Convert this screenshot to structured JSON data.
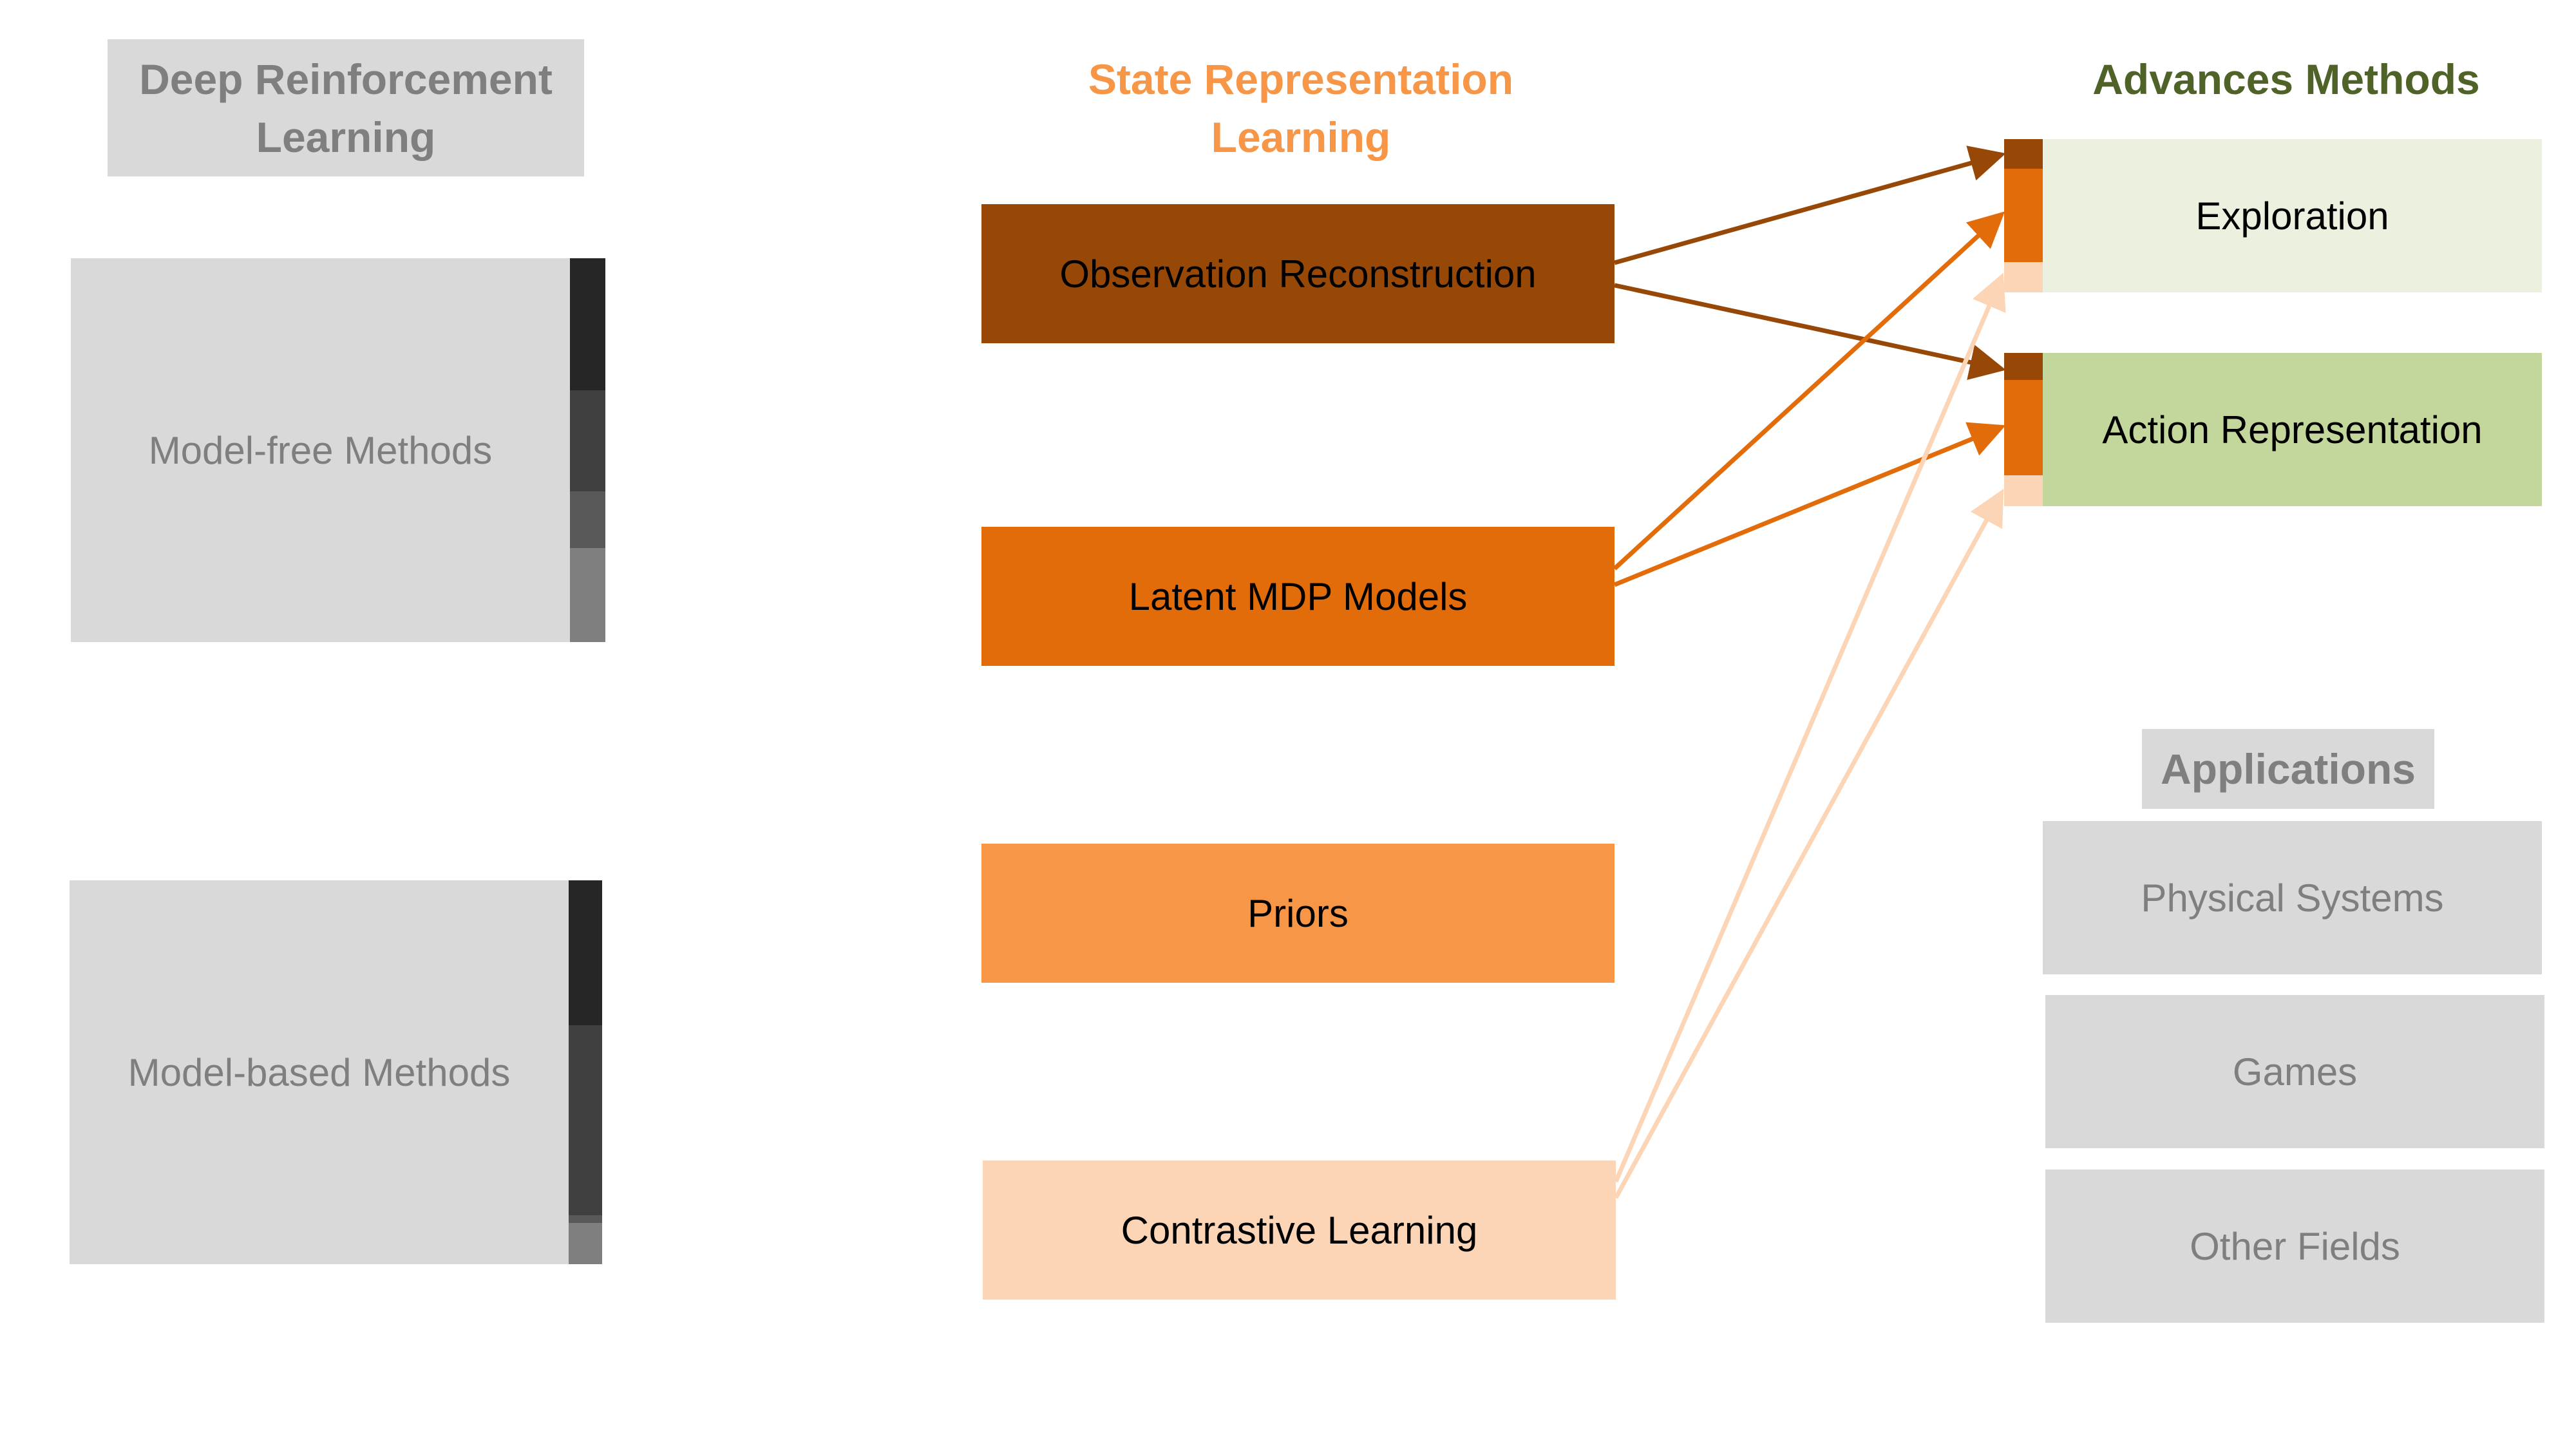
{
  "columns": {
    "drl": {
      "title": "Deep Reinforcement Learning"
    },
    "srl": {
      "title": "State Representation Learning"
    },
    "advanced": {
      "title": "Advances Methods"
    },
    "applications": {
      "title": "Applications"
    }
  },
  "drl_methods": [
    {
      "label": "Model-free Methods"
    },
    {
      "label": "Model-based Methods"
    }
  ],
  "srl_methods": [
    {
      "label": "Observation Reconstruction",
      "color": "#974706"
    },
    {
      "label": "Latent MDP Models",
      "color": "#E36C0A"
    },
    {
      "label": "Priors",
      "color": "#F79646"
    },
    {
      "label": "Contrastive Learning",
      "color": "#FBD5B5"
    }
  ],
  "advanced_methods": [
    {
      "label": "Exploration",
      "color": "#EBF1DE"
    },
    {
      "label": "Action Representation",
      "color": "#C3D69B"
    }
  ],
  "applications": [
    {
      "label": "Physical Systems"
    },
    {
      "label": "Games"
    },
    {
      "label": "Other Fields"
    }
  ],
  "colors": {
    "gray_box": "#D9D9D9",
    "gray_text": "#7F7F7F",
    "drl_title_text": "#7F7F7F",
    "srl_title_text": "#F79646",
    "advanced_title_text": "#4F6228",
    "applications_title_text": "#7F7F7F"
  },
  "connections": [
    {
      "from": "Observation Reconstruction",
      "to": "Exploration"
    },
    {
      "from": "Observation Reconstruction",
      "to": "Action Representation"
    },
    {
      "from": "Latent MDP Models",
      "to": "Exploration"
    },
    {
      "from": "Latent MDP Models",
      "to": "Action Representation"
    },
    {
      "from": "Contrastive Learning",
      "to": "Exploration"
    },
    {
      "from": "Contrastive Learning",
      "to": "Action Representation"
    }
  ]
}
